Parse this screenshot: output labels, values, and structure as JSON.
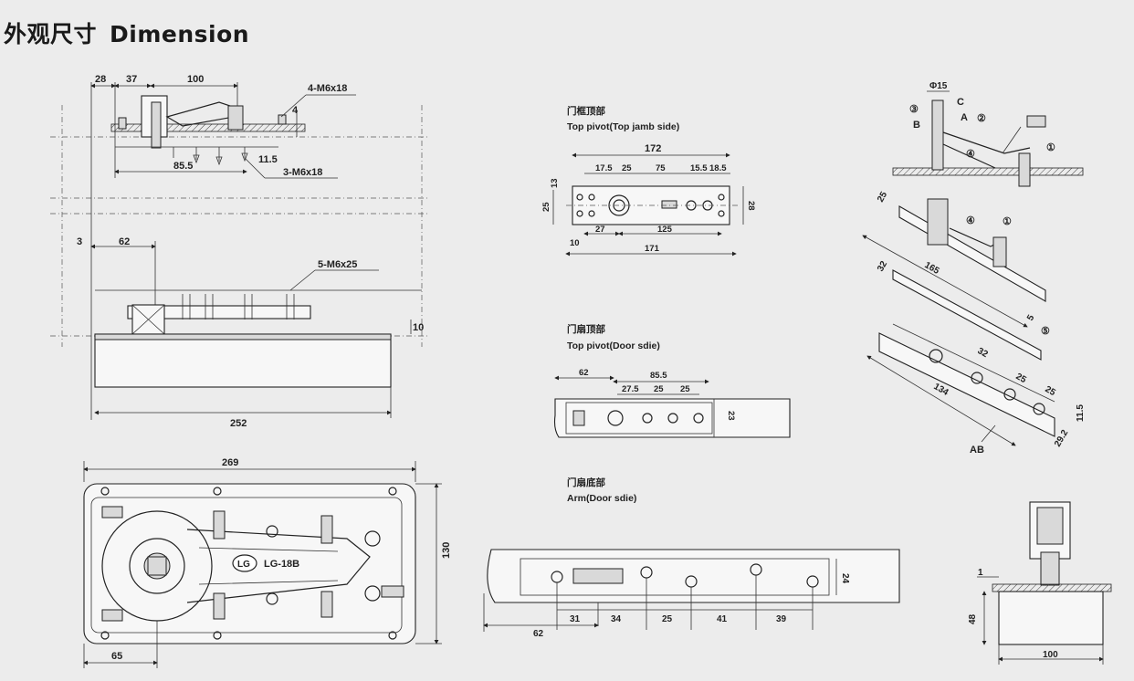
{
  "title": {
    "cn": "外观尺寸",
    "en": "Dimension"
  },
  "front_view": {
    "dims": [
      "28",
      "37",
      "100",
      "4-M6x18",
      "4",
      "11.5",
      "85.5",
      "3-M6x18",
      "3",
      "62",
      "5-M6x25",
      "10",
      "252"
    ]
  },
  "top_plan": {
    "dims": [
      "269",
      "130",
      "65"
    ],
    "badge": "LG",
    "model": "LG-18B"
  },
  "top_pivot_jamb": {
    "caption_cn": "门框顶部",
    "caption_en": "Top pivot(Top jamb side)",
    "dims": [
      "172",
      "17.5",
      "25",
      "75",
      "15.5",
      "18.5",
      "13",
      "25",
      "28",
      "27",
      "125",
      "10",
      "171"
    ]
  },
  "top_pivot_door": {
    "caption_cn": "门扇顶部",
    "caption_en": "Top pivot(Door sdie)",
    "dims": [
      "62",
      "85.5",
      "27.5",
      "25",
      "25",
      "23"
    ]
  },
  "arm_door": {
    "caption_cn": "门扇底部",
    "caption_en": "Arm(Door sdie)",
    "dims": [
      "24",
      "31",
      "34",
      "25",
      "41",
      "39",
      "62"
    ]
  },
  "assembly": {
    "labels": [
      "Φ15",
      "C",
      "③",
      "A",
      "②",
      "B",
      "④",
      "①"
    ]
  },
  "exploded": {
    "dims": [
      "25",
      "32",
      "165",
      "5",
      "32",
      "25",
      "25",
      "134",
      "11.5",
      "29.2"
    ],
    "labels": [
      "④",
      "①",
      "⑤",
      "AB"
    ]
  },
  "side_view": {
    "dims": [
      "1",
      "48",
      "100"
    ]
  }
}
